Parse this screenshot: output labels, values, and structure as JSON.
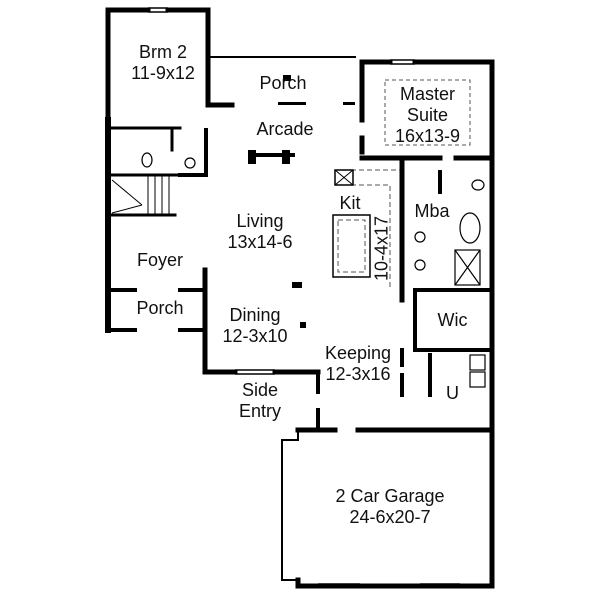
{
  "floor_plan": {
    "rooms": [
      {
        "id": "brm2",
        "name": "Brm 2",
        "dims": "11-9x12"
      },
      {
        "id": "porch-top",
        "name": "Porch",
        "dims": ""
      },
      {
        "id": "arcade",
        "name": "Arcade",
        "dims": ""
      },
      {
        "id": "master",
        "name": "Master Suite",
        "name_line1": "Master",
        "name_line2": "Suite",
        "dims": "16x13-9"
      },
      {
        "id": "kit",
        "name": "Kit",
        "dims": "10-4x17"
      },
      {
        "id": "mba",
        "name": "Mba",
        "dims": ""
      },
      {
        "id": "living",
        "name": "Living",
        "dims": "13x14-6"
      },
      {
        "id": "foyer",
        "name": "Foyer",
        "dims": ""
      },
      {
        "id": "porch-front",
        "name": "Porch",
        "dims": ""
      },
      {
        "id": "dining",
        "name": "Dining",
        "dims": "12-3x10"
      },
      {
        "id": "wic",
        "name": "Wic",
        "dims": ""
      },
      {
        "id": "keeping",
        "name": "Keeping",
        "dims": "12-3x16"
      },
      {
        "id": "utility",
        "name": "U",
        "dims": ""
      },
      {
        "id": "side-entry",
        "name": "Side Entry",
        "name_line1": "Side",
        "name_line2": "Entry",
        "dims": ""
      },
      {
        "id": "garage",
        "name": "2 Car Garage",
        "dims": "24-6x20-7"
      }
    ],
    "colors": {
      "wall": "#000000",
      "background": "#ffffff",
      "fixture": "#333333"
    }
  }
}
